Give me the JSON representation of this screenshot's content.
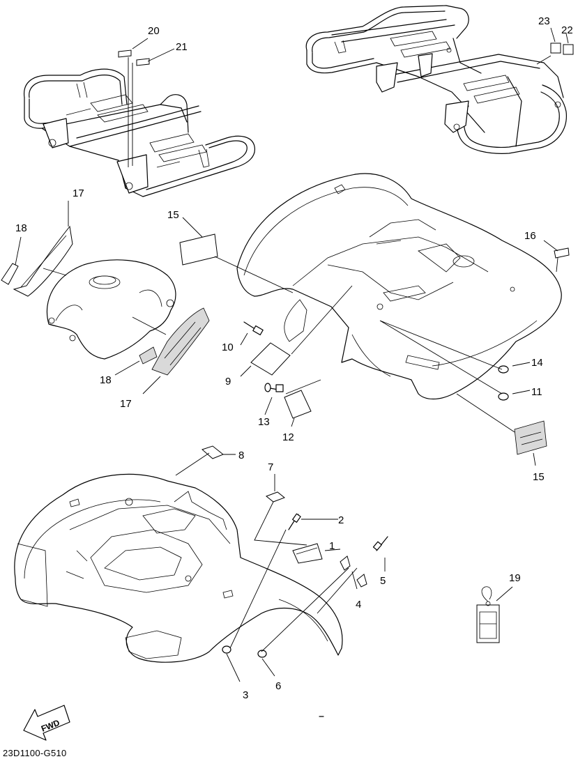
{
  "diagram": {
    "code": "23D1100-G510",
    "fwd_label": "FWD",
    "callouts": [
      {
        "id": "c20",
        "text": "20"
      },
      {
        "id": "c21",
        "text": "21"
      },
      {
        "id": "c23",
        "text": "23"
      },
      {
        "id": "c22",
        "text": "22"
      },
      {
        "id": "c17a",
        "text": "17"
      },
      {
        "id": "c18a",
        "text": "18"
      },
      {
        "id": "c15a",
        "text": "15"
      },
      {
        "id": "c16",
        "text": "16"
      },
      {
        "id": "c10",
        "text": "10"
      },
      {
        "id": "c9",
        "text": "9"
      },
      {
        "id": "c18b",
        "text": "18"
      },
      {
        "id": "c17b",
        "text": "17"
      },
      {
        "id": "c14",
        "text": "14"
      },
      {
        "id": "c11",
        "text": "11"
      },
      {
        "id": "c13",
        "text": "13"
      },
      {
        "id": "c12",
        "text": "12"
      },
      {
        "id": "c15b",
        "text": "15"
      },
      {
        "id": "c8",
        "text": "8"
      },
      {
        "id": "c7",
        "text": "7"
      },
      {
        "id": "c2",
        "text": "2"
      },
      {
        "id": "c1",
        "text": "1"
      },
      {
        "id": "c5",
        "text": "5"
      },
      {
        "id": "c4",
        "text": "4"
      },
      {
        "id": "c19",
        "text": "19"
      },
      {
        "id": "c3",
        "text": "3"
      },
      {
        "id": "c6",
        "text": "6"
      }
    ]
  }
}
